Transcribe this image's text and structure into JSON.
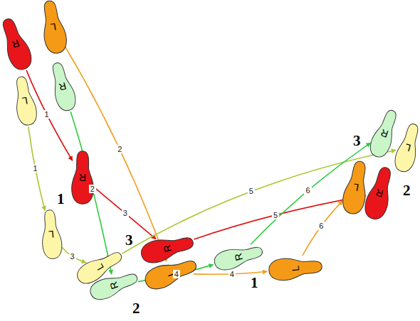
{
  "diagram": {
    "nodes": [
      {
        "text": [
          "R"
        ]
      },
      {
        "text": [
          "L"
        ]
      },
      {
        "text": [
          "R"
        ]
      },
      {
        "text": [
          "L"
        ]
      },
      {
        "text": [
          "R"
        ]
      },
      {
        "text": [
          "L"
        ]
      },
      {
        "text": [
          "R"
        ]
      },
      {
        "text": [
          "R"
        ]
      },
      {
        "text": [
          "L"
        ]
      },
      {
        "text": [
          "L"
        ]
      },
      {
        "text": [
          "L"
        ]
      },
      {
        "text": [
          "R"
        ]
      },
      {
        "text": [
          "R"
        ]
      },
      {
        "text": [
          "L"
        ]
      },
      {
        "text": [
          "L"
        ]
      },
      {
        "text": [
          "R"
        ]
      }
    ],
    "edges": [
      {
        "from": 0,
        "to": 4,
        "arrow": "to",
        "label": "1"
      },
      {
        "from": 4,
        "to": 6,
        "arrow": "to",
        "label": "3"
      },
      {
        "from": 6,
        "to": 15,
        "arrow": "to",
        "label": "5"
      },
      {
        "from": 1,
        "to": 10,
        "arrow": "to",
        "label": "2"
      },
      {
        "from": 10,
        "to": 9,
        "arrow": "to",
        "label": "4"
      },
      {
        "from": 9,
        "to": 14,
        "arrow": "to",
        "label": "6"
      },
      {
        "from": 3,
        "to": 5,
        "arrow": "to",
        "label": "1"
      },
      {
        "from": 5,
        "to": 8,
        "arrow": "to",
        "label": "3"
      },
      {
        "from": 8,
        "to": 13,
        "arrow": "to",
        "label": "5"
      },
      {
        "from": 2,
        "to": 11,
        "arrow": "to",
        "label": "2"
      },
      {
        "from": 11,
        "to": 7,
        "arrow": "to",
        "label": "4"
      },
      {
        "from": 7,
        "to": 12,
        "arrow": "to",
        "label": "6"
      }
    ],
    "labels": [
      "1",
      "2",
      "3",
      "1",
      "3",
      "2"
    ]
  }
}
